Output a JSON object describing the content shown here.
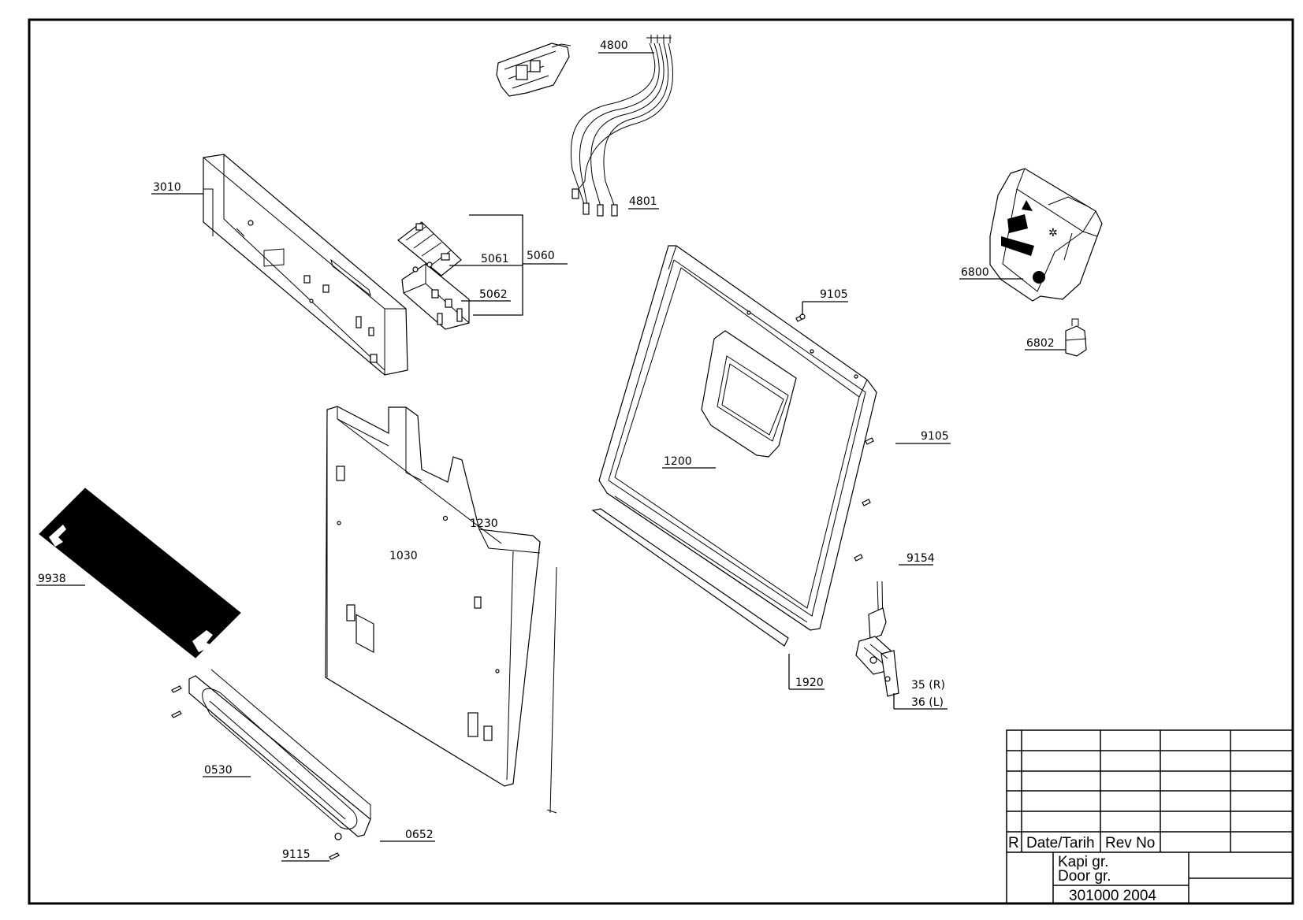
{
  "callouts": {
    "c4800": "4800",
    "c4801": "4801",
    "c3010": "3010",
    "c5060": "5060",
    "c5061": "5061",
    "c5062": "5062",
    "c6800": "6800",
    "c6802": "6802",
    "c9105a": "9105",
    "c9105b": "9105",
    "c1200": "1200",
    "c1230": "1230",
    "c1030": "1030",
    "c9938": "9938",
    "c9154": "9154",
    "c1920": "1920",
    "c35": "35 (R)",
    "c36": "36 (L)",
    "c0530": "0530",
    "c0652": "0652",
    "c9115": "9115"
  },
  "title_block": {
    "rev_marker": "R",
    "date_header": "Date/Tarih",
    "rev_header": "Rev No",
    "title_tr": "Kapi gr.",
    "title_en": "Door gr.",
    "drawing_number": "301000 2004"
  }
}
